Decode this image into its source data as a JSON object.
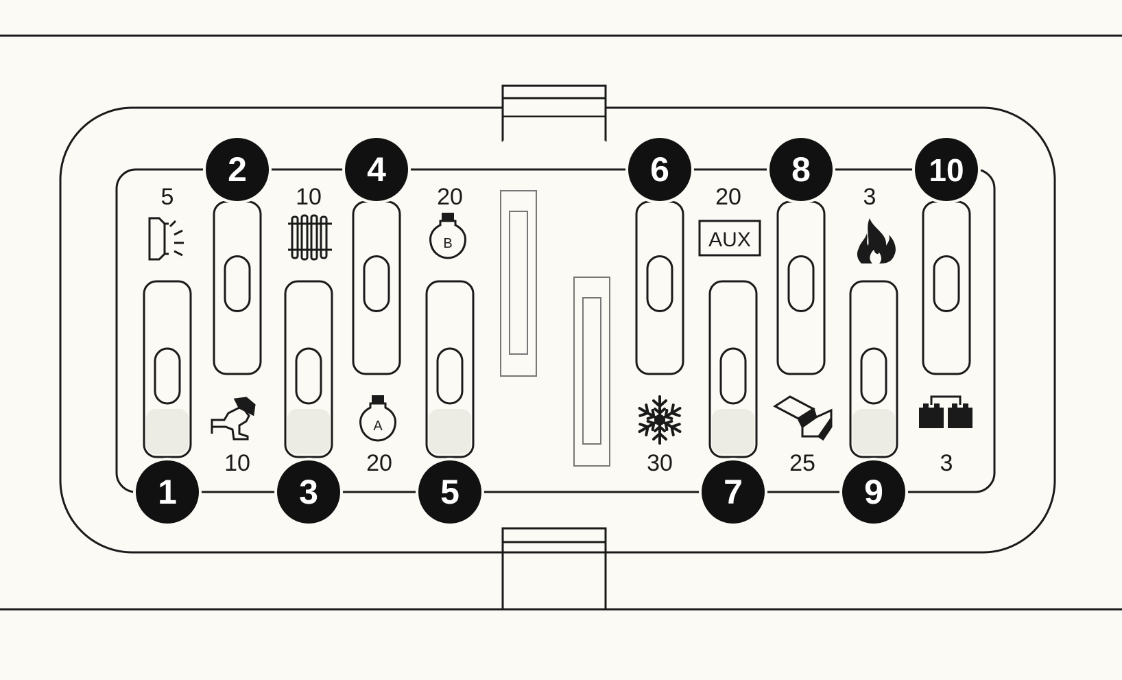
{
  "diagram": {
    "fuses": [
      {
        "number": "1",
        "amperage": "5",
        "icon": "lamp-headlight-icon"
      },
      {
        "number": "2",
        "amperage": "10",
        "icon": "horn-icon"
      },
      {
        "number": "3",
        "amperage": "10",
        "icon": "heater-radiator-icon"
      },
      {
        "number": "4",
        "amperage": "20",
        "icon": "bulb-a-icon"
      },
      {
        "number": "5",
        "amperage": "20",
        "icon": "bulb-b-icon"
      },
      {
        "number": "6",
        "amperage": "30",
        "icon": "snowflake-icon"
      },
      {
        "number": "7",
        "amperage": "20",
        "icon": "aux-icon"
      },
      {
        "number": "8",
        "amperage": "25",
        "icon": "wedge-icon"
      },
      {
        "number": "9",
        "amperage": "3",
        "icon": "flame-icon"
      },
      {
        "number": "10",
        "amperage": "3",
        "icon": "dual-battery-icon"
      }
    ],
    "labels": {
      "aux": "AUX",
      "bulb_a": "A",
      "bulb_b": "B"
    },
    "colors": {
      "ink": "#1a1a1a",
      "paper": "#fbfaf4",
      "badge": "#111111"
    }
  }
}
